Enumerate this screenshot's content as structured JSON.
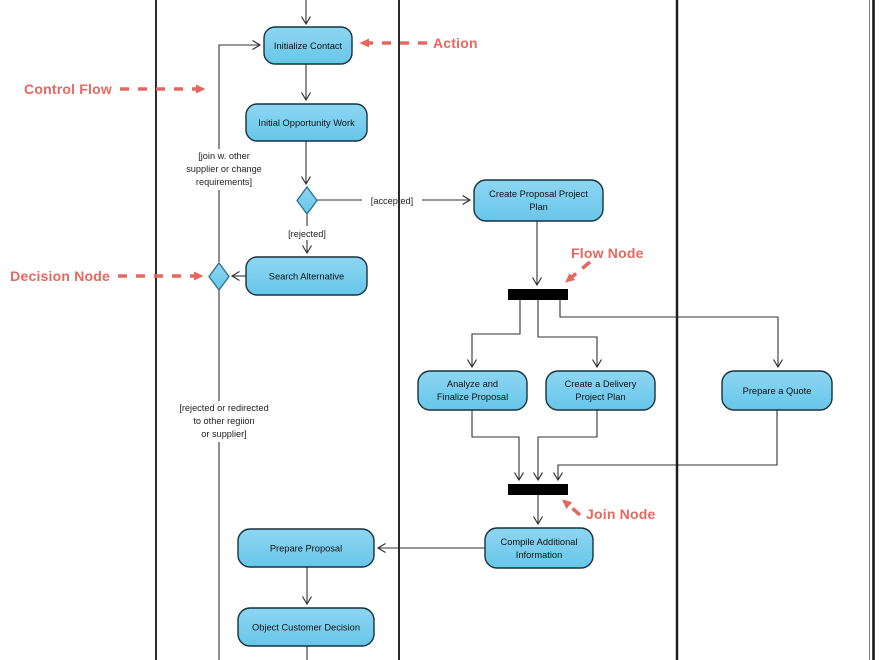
{
  "diagram": {
    "kind": "uml-activity-diagram"
  },
  "colors": {
    "node_fill_top": "#8ED6F2",
    "node_fill_bottom": "#67C6EA",
    "node_border": "#16323F",
    "annotation": "#E4685F",
    "flow_line": "#333333",
    "bar_fill": "#000000",
    "lane_line": "#2B2B2B"
  },
  "annotations": {
    "action": {
      "label": "Action"
    },
    "control_flow": {
      "label": "Control Flow"
    },
    "decision_node": {
      "label": "Decision Node"
    },
    "flow_node": {
      "label": "Flow Node"
    },
    "join_node": {
      "label": "Join Node"
    }
  },
  "actions": {
    "initialize_contact": {
      "lines": [
        "Initialize Contact"
      ]
    },
    "initial_opportunity_work": {
      "lines": [
        "Initial Opportunity Work"
      ]
    },
    "search_alternative": {
      "lines": [
        "Search Alternative"
      ]
    },
    "create_proposal_project_plan": {
      "lines": [
        "Create Proposal Project",
        "Plan"
      ]
    },
    "analyze_and_finalize_proposal": {
      "lines": [
        "Analyze and",
        "Finalize Proposal"
      ]
    },
    "create_a_delivery_project_plan": {
      "lines": [
        "Create a Delivery",
        "Project Plan"
      ]
    },
    "prepare_a_quote": {
      "lines": [
        "Prepare a Quote"
      ]
    },
    "compile_additional_information": {
      "lines": [
        "Compile Additional",
        "Information"
      ]
    },
    "prepare_proposal": {
      "lines": [
        "Prepare Proposal"
      ]
    },
    "object_customer_decision": {
      "lines": [
        "Object Customer Decision"
      ]
    }
  },
  "guards": {
    "accepted": "[accepted]",
    "rejected": "[rejected]",
    "join_with_other": [
      "[join w. other",
      "supplier or change",
      "requirements]"
    ],
    "rejected_or_redirected": [
      "[rejected or redirected",
      "to other regiion",
      "or supplier]"
    ]
  }
}
